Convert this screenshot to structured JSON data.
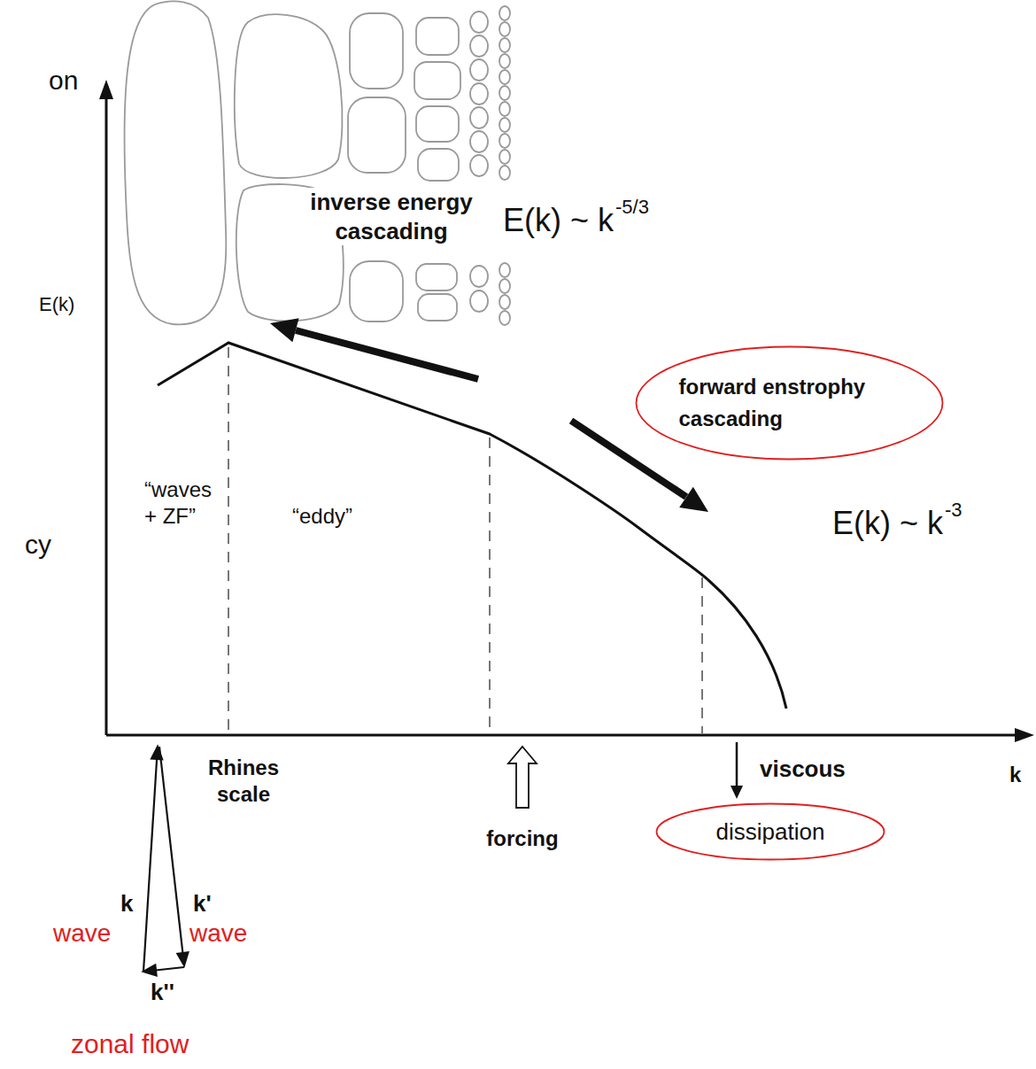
{
  "diagram": {
    "nodes": [
      {
        "text": [
          "forward enstrophy cascading"
        ]
      },
      {
        "text": [
          "dissipation"
        ]
      }
    ],
    "labels": [
      "on",
      "inverse energy cascading",
      "E(k) ~ k",
      "-5/3",
      "E(k)",
      "E(k) ~ k",
      "-3",
      "“waves + ZF”",
      "“eddy”",
      "Rhines scale",
      "forcing",
      "viscous",
      "k",
      "cy",
      "k",
      "k'",
      "wave",
      "wave",
      "k''",
      "zonal flow"
    ]
  }
}
